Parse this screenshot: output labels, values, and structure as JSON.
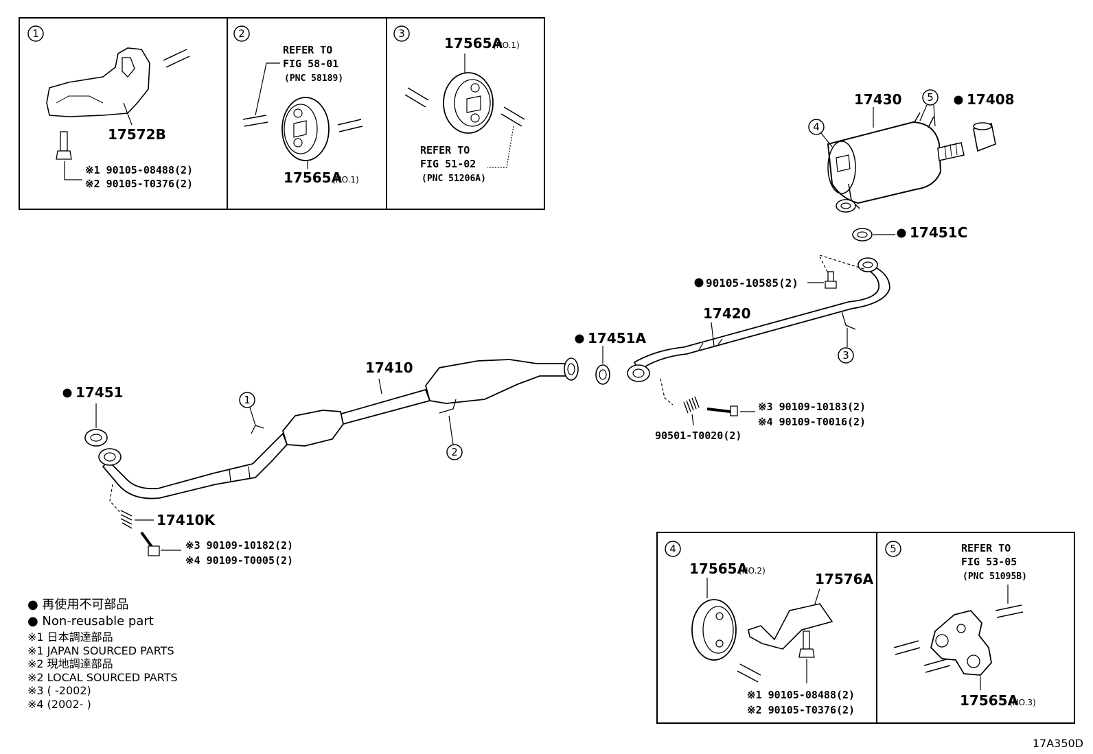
{
  "insets": {
    "1": {
      "num": "1",
      "part": "17572B",
      "bolt1": "※1 90105-08488(2)",
      "bolt2": "※2 90105-T0376(2)"
    },
    "2": {
      "num": "2",
      "refer1": "REFER TO",
      "refer2": "FIG 58-01",
      "refer3": "(PNC 58189)",
      "part": "17565A",
      "part_note": "(NO.1)"
    },
    "3": {
      "num": "3",
      "part": "17565A",
      "part_note": "(NO.1)",
      "refer1": "REFER TO",
      "refer2": "FIG 51-02",
      "refer3": "(PNC 51206A)"
    },
    "4": {
      "num": "4",
      "part1": "17565A",
      "part1_note": "(NO.2)",
      "part2": "17576A",
      "bolt1": "※1 90105-08488(2)",
      "bolt2": "※2 90105-T0376(2)"
    },
    "5": {
      "num": "5",
      "refer1": "REFER TO",
      "refer2": "FIG 53-05",
      "refer3": "(PNC 51095B)",
      "part": "17565A",
      "part_note": "(NO.3)"
    }
  },
  "main": {
    "p17430": "17430",
    "p17408": "17408",
    "p17451C": "17451C",
    "p_bolt_10585": "90105-10585(2)",
    "p17420": "17420",
    "p17451A": "17451A",
    "p17410": "17410",
    "p17451": "17451",
    "p17410K": "17410K",
    "front_bolt1": "※3 90109-10182(2)",
    "front_bolt2": "※4 90109-T0005(2)",
    "rear_bolt1": "※3 90109-10183(2)",
    "rear_bolt2": "※4 90109-T0016(2)",
    "spring": "90501-T0020(2)",
    "callouts": [
      "1",
      "2",
      "3",
      "4",
      "5"
    ]
  },
  "legend": {
    "line1": "● 再使用不可部品",
    "line2": "● Non-reusable part",
    "line3": "※1  日本調達部品",
    "line4": "※1  JAPAN SOURCED PARTS",
    "line5": "※2  現地調達部品",
    "line6": "※2  LOCAL SOURCED PARTS",
    "line7": "※3 (          -2002)",
    "line8": "※4 (2002-          )"
  },
  "figure_code": "17A350D"
}
